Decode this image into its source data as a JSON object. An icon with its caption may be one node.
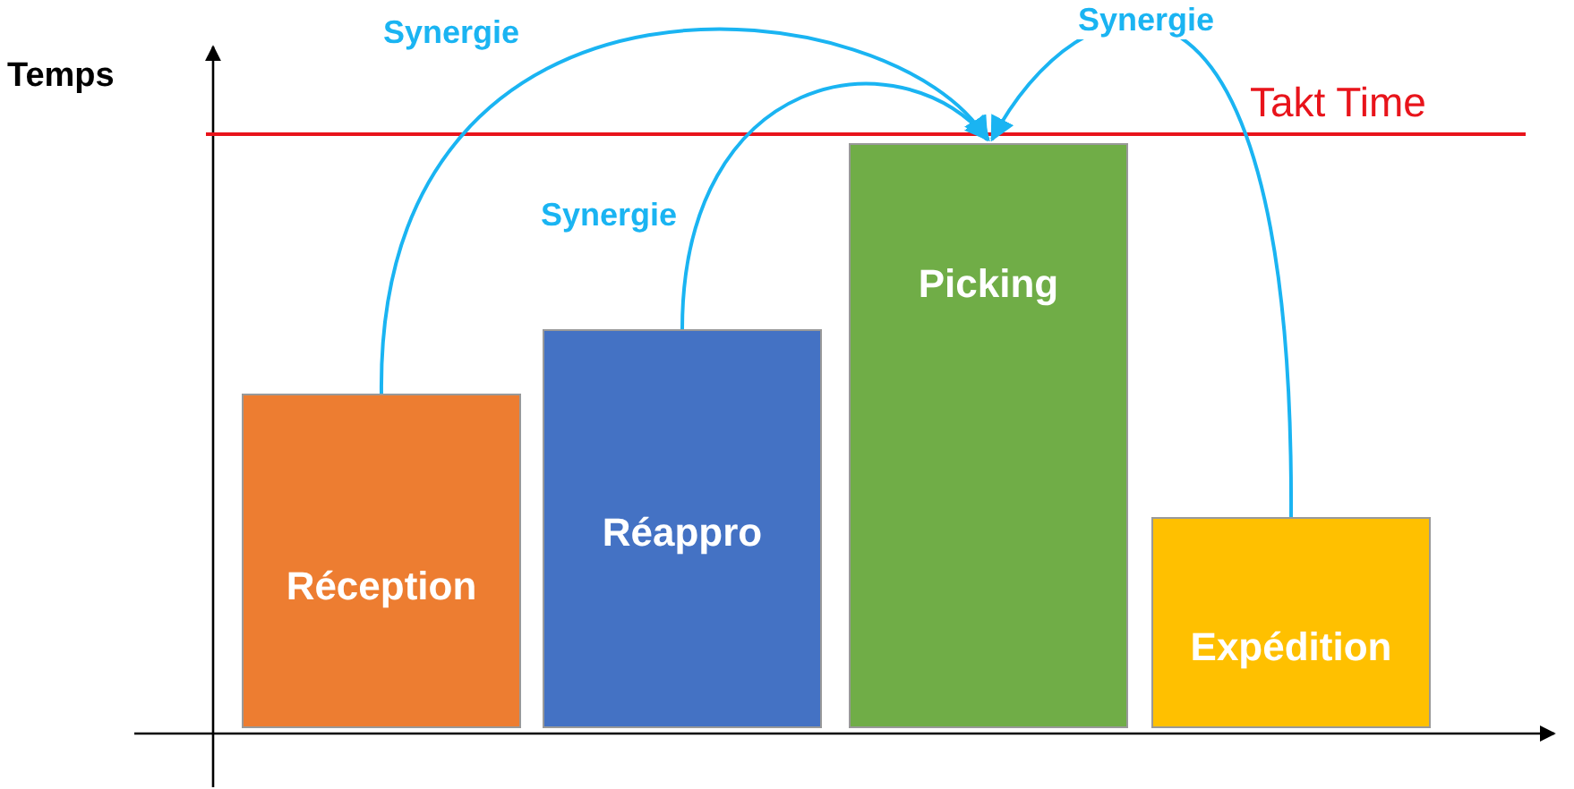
{
  "diagram": {
    "nodes": [
      {
        "text": [
          "Réception"
        ]
      },
      {
        "text": [
          "Réappro"
        ]
      },
      {
        "text": [
          "Picking"
        ]
      },
      {
        "text": [
          "Expédition"
        ]
      }
    ],
    "edges": [
      {
        "from": 0,
        "to": 2,
        "arrow": "to",
        "label": "Synergie"
      },
      {
        "from": 1,
        "to": 2,
        "arrow": "to",
        "label": "Synergie"
      },
      {
        "from": 3,
        "to": 2,
        "arrow": "to",
        "label": "Synergie"
      }
    ],
    "labels": [
      "Temps",
      "Takt Time"
    ]
  }
}
